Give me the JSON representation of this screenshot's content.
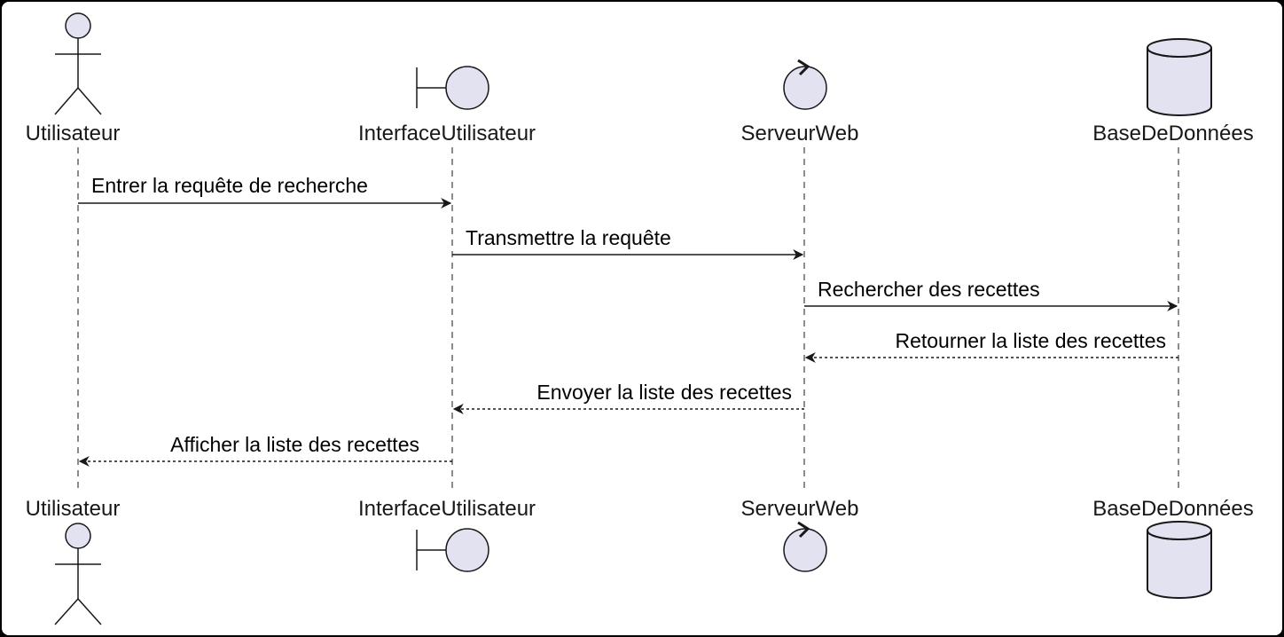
{
  "participants": [
    {
      "id": "p1",
      "name": "Utilisateur",
      "shape": "actor"
    },
    {
      "id": "p2",
      "name": "InterfaceUtilisateur",
      "shape": "boundary"
    },
    {
      "id": "p3",
      "name": "ServeurWeb",
      "shape": "control"
    },
    {
      "id": "p4",
      "name": "BaseDeDonnées",
      "shape": "database"
    }
  ],
  "messages": [
    {
      "label": "Entrer la requête de recherche",
      "from": "Utilisateur",
      "to": "InterfaceUtilisateur",
      "style": "solid"
    },
    {
      "label": "Transmettre la requête",
      "from": "InterfaceUtilisateur",
      "to": "ServeurWeb",
      "style": "solid"
    },
    {
      "label": "Rechercher des recettes",
      "from": "ServeurWeb",
      "to": "BaseDeDonnées",
      "style": "solid"
    },
    {
      "label": "Retourner la liste des recettes",
      "from": "BaseDeDonnées",
      "to": "ServeurWeb",
      "style": "dashed"
    },
    {
      "label": "Envoyer la liste des recettes",
      "from": "ServeurWeb",
      "to": "InterfaceUtilisateur",
      "style": "dashed"
    },
    {
      "label": "Afficher la liste des recettes",
      "from": "InterfaceUtilisateur",
      "to": "Utilisateur",
      "style": "dashed"
    }
  ],
  "colors": {
    "frame_background": "#FFFFFF",
    "shape_fill": "#E2E2F0",
    "stroke": "#181818",
    "lifeline": "#181818"
  }
}
